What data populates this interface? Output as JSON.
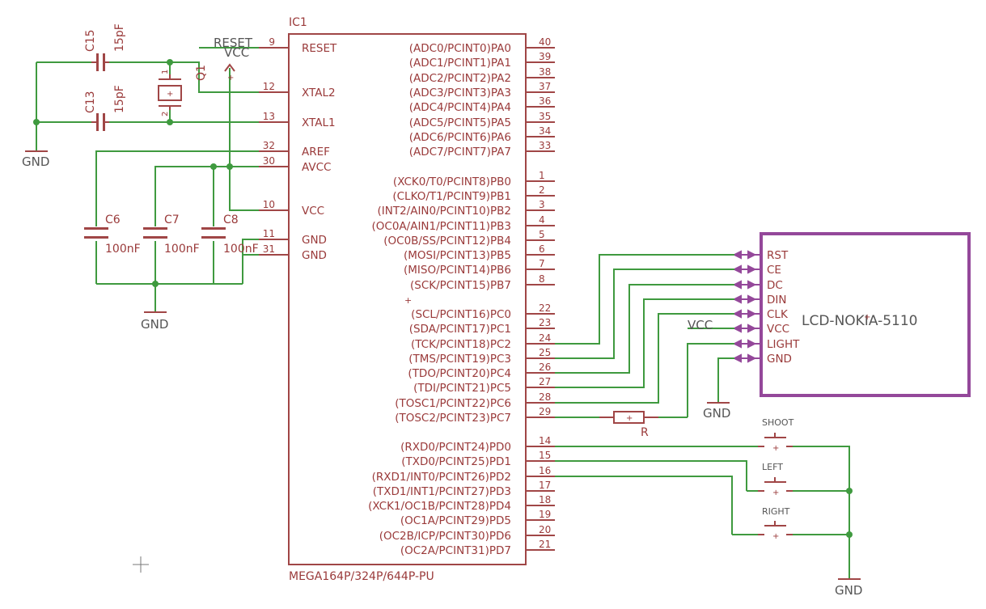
{
  "ic": {
    "name": "IC1",
    "value": "MEGA164P/324P/644P-PU",
    "left_pins": [
      {
        "label": "RESET",
        "num": "9"
      },
      {
        "label": "XTAL2",
        "num": "12"
      },
      {
        "label": "XTAL1",
        "num": "13"
      },
      {
        "label": "AREF",
        "num": "32"
      },
      {
        "label": "AVCC",
        "num": "30"
      },
      {
        "label": "VCC",
        "num": "10"
      },
      {
        "label": "GND",
        "num": "11"
      },
      {
        "label": "GND",
        "num": "31"
      }
    ],
    "right_pins": [
      {
        "label": "(ADC0/PCINT0)PA0",
        "num": "40"
      },
      {
        "label": "(ADC1/PCINT1)PA1",
        "num": "39"
      },
      {
        "label": "(ADC2/PCINT2)PA2",
        "num": "38"
      },
      {
        "label": "(ADC3/PCINT3)PA3",
        "num": "37"
      },
      {
        "label": "(ADC4/PCINT4)PA4",
        "num": "36"
      },
      {
        "label": "(ADC5/PCINT5)PA5",
        "num": "35"
      },
      {
        "label": "(ADC6/PCINT6)PA6",
        "num": "34"
      },
      {
        "label": "(ADC7/PCINT7)PA7",
        "num": "33"
      },
      {
        "label": "(XCK0/T0/PCINT8)PB0",
        "num": "1"
      },
      {
        "label": "(CLKO/T1/PCINT9)PB1",
        "num": "2"
      },
      {
        "label": "(INT2/AIN0/PCINT10)PB2",
        "num": "3"
      },
      {
        "label": "(OC0A/AIN1/PCINT11)PB3",
        "num": "4"
      },
      {
        "label": "(OC0B/SS/PCINT12)PB4",
        "num": "5"
      },
      {
        "label": "(MOSI/PCINT13)PB5",
        "num": "6"
      },
      {
        "label": "(MISO/PCINT14)PB6",
        "num": "7"
      },
      {
        "label": "(SCK/PCINT15)PB7",
        "num": "8"
      },
      {
        "label": "(SCL/PCINT16)PC0",
        "num": "22"
      },
      {
        "label": "(SDA/PCINT17)PC1",
        "num": "23"
      },
      {
        "label": "(TCK/PCINT18)PC2",
        "num": "24"
      },
      {
        "label": "(TMS/PCINT19)PC3",
        "num": "25"
      },
      {
        "label": "(TDO/PCINT20)PC4",
        "num": "26"
      },
      {
        "label": "(TDI/PCINT21)PC5",
        "num": "27"
      },
      {
        "label": "(TOSC1/PCINT22)PC6",
        "num": "28"
      },
      {
        "label": "(TOSC2/PCINT23)PC7",
        "num": "29"
      },
      {
        "label": "(RXD0/PCINT24)PD0",
        "num": "14"
      },
      {
        "label": "(TXD0/PCINT25)PD1",
        "num": "15"
      },
      {
        "label": "(RXD1/INT0/PCINT26)PD2",
        "num": "16"
      },
      {
        "label": "(TXD1/INT1/PCINT27)PD3",
        "num": "17"
      },
      {
        "label": "(XCK1/OC1B/PCINT28)PD4",
        "num": "18"
      },
      {
        "label": "(OC1A/PCINT29)PD5",
        "num": "19"
      },
      {
        "label": "(OC2B/ICP/PCINT30)PD6",
        "num": "20"
      },
      {
        "label": "(OC2A/PCINT31)PD7",
        "num": "21"
      }
    ]
  },
  "lcd": {
    "name": "LCD-NOKIA-5110",
    "pins": [
      "RST",
      "CE",
      "DC",
      "DIN",
      "CLK",
      "VCC",
      "LIGHT",
      "GND"
    ]
  },
  "components": {
    "c15": {
      "name": "C15",
      "value": "15pF"
    },
    "c13": {
      "name": "C13",
      "value": "15pF"
    },
    "q1": {
      "name": "Q1",
      "pin1": "1",
      "pin2": "2"
    },
    "c6": {
      "name": "C6",
      "value": "100nF"
    },
    "c7": {
      "name": "C7",
      "value": "100nF"
    },
    "c8": {
      "name": "C8",
      "value": "100nF"
    },
    "resistor": {
      "name": "R"
    },
    "buttons": [
      "SHOOT",
      "LEFT",
      "RIGHT"
    ]
  },
  "nets": {
    "reset": "RESET",
    "vcc": "VCC",
    "gnd": "GND"
  },
  "colors": {
    "wire": "#3f9a3f",
    "symbol": "#a04646",
    "lcd_frame": "#94489a",
    "text": "#555555"
  }
}
